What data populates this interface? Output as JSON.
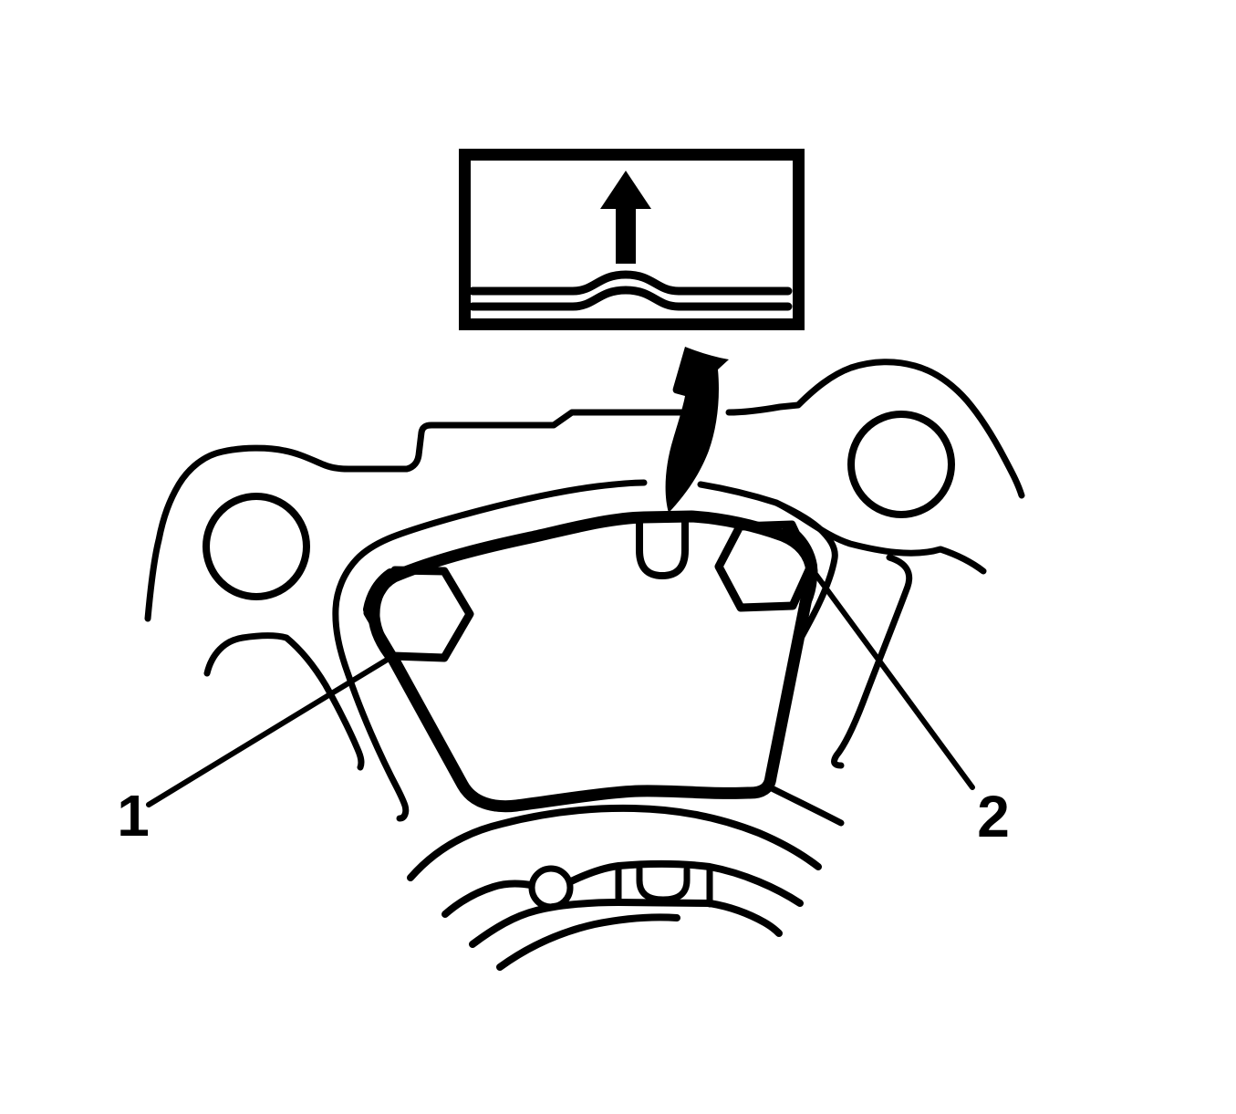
{
  "figure": {
    "kind": "technical-line-illustration",
    "callouts": [
      {
        "label": "1"
      },
      {
        "label": "2"
      }
    ]
  },
  "colors": {
    "line": "#000000",
    "background": "#ffffff"
  }
}
